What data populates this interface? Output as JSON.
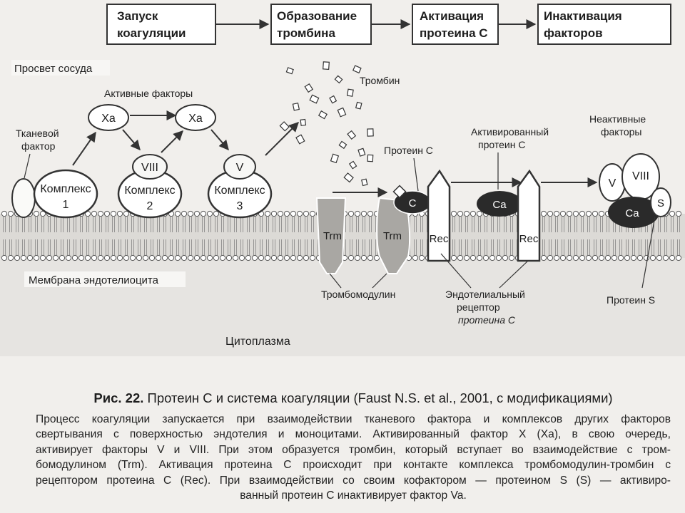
{
  "flow_steps": [
    {
      "line1": "Запуск",
      "line2": "коагуляции"
    },
    {
      "line1": "Образование",
      "line2": "тромбина"
    },
    {
      "line1": "Активация",
      "line2": "протеина С"
    },
    {
      "line1": "Инактивация",
      "line2": "факторов"
    }
  ],
  "labels": {
    "vessel_lumen": "Просвет сосуда",
    "active_factors": "Активные факторы",
    "tissue_factor_1": "Тканевой",
    "tissue_factor_2": "фактор",
    "thrombin": "Тромбин",
    "protein_c": "Протеин С",
    "activated_protein_c_1": "Активированный",
    "activated_protein_c_2": "протеин С",
    "inactive_factors_1": "Неактивные",
    "inactive_factors_2": "факторы",
    "membrane": "Мембрана эндотелиоцита",
    "thrombomodulin": "Тромбомодулин",
    "receptor_1": "Эндотелиальный",
    "receptor_2": "рецептор",
    "receptor_3": "протеина С",
    "protein_s": "Протеин S",
    "cytoplasm": "Цитоплазма"
  },
  "molecules": {
    "xa": "Xa",
    "viii": "VIII",
    "v": "V",
    "complex_word": "Комплекс",
    "complex_1": "1",
    "complex_2": "2",
    "complex_3": "3",
    "trm": "Trm",
    "rec": "Rec",
    "c": "C",
    "ca": "Ca",
    "s": "S"
  },
  "caption": {
    "figure_label": "Рис. 22.",
    "title": "Протеин С и система коагуляции (Faust N.S. et al., 2001, с модификациями)",
    "lines": [
      "Процесс коагуляции запускается при взаимодействии тканевого фактора и комплексов других факторов",
      "свертывания с поверхностью эндотелия и моноцитами. Активированный фактор X (Xa), в свою очередь,",
      "активирует факторы V и VIII. При этом образуется тромбин, который вступает во взаимодействие с тром-",
      "бомодулином (Trm). Активация протеина С происходит при контакте комплекса тромбомодулин-тромбин с",
      "рецептором протеина С (Rec). При взаимодействии со своим кофактором — протеином S (S) — активиро-",
      "ванный протеин С инактивирует фактор Va."
    ]
  },
  "colors": {
    "membrane_band": "#d9d7d3",
    "cytoplasm": "#e6e4e1",
    "dark_molecule": "#2a2a2a",
    "trm_fill": "#a9a7a3"
  }
}
